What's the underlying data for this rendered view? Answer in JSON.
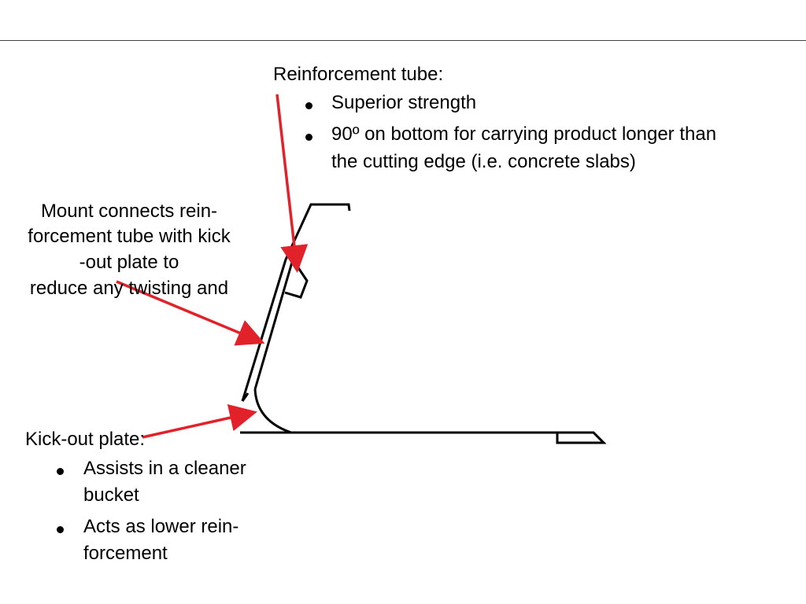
{
  "tube": {
    "heading": "Reinforcement tube:",
    "bullet1": "Superior strength",
    "bullet2_line1": "90º on bottom for carrying product longer than",
    "bullet2_line2": "the cutting edge (i.e. concrete slabs)"
  },
  "mount": {
    "line1": "Mount connects rein-",
    "line2": "forcement tube with kick",
    "line3": "-out plate to",
    "line4": "reduce any twisting and"
  },
  "kickout": {
    "heading": "Kick-out plate:",
    "bullet1_line1": "Assists in a cleaner",
    "bullet1_line2": "bucket",
    "bullet2_line1": "Acts as lower rein-",
    "bullet2_line2": "forcement"
  },
  "colors": {
    "arrow": "#e2222a",
    "outline": "#000000"
  }
}
